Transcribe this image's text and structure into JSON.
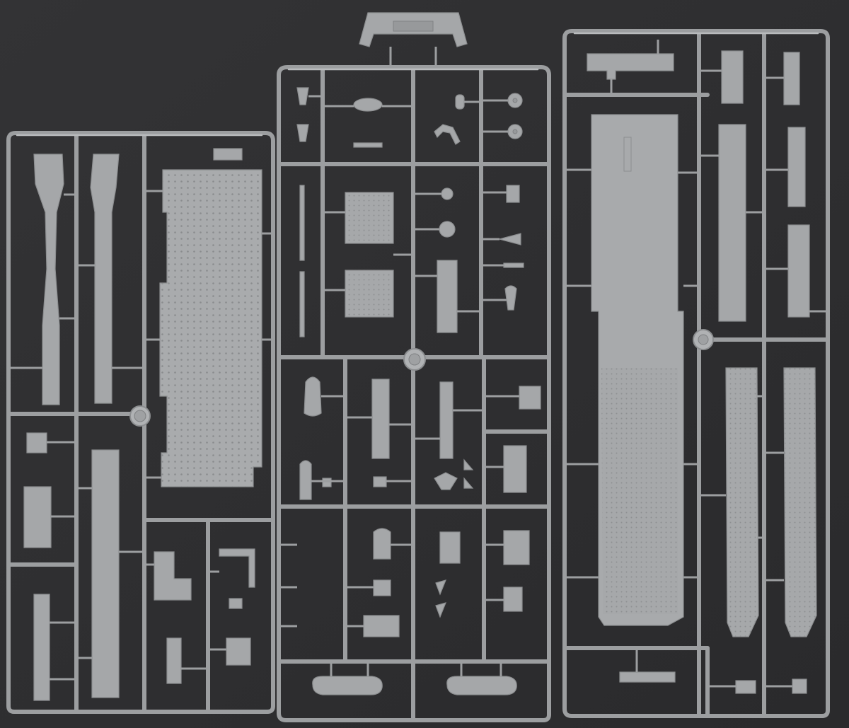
{
  "scene": {
    "background_color": "#2f2f31",
    "plastic_color": "#a5a7a9",
    "runner_color": "#9c9ea0"
  },
  "sprues": [
    {
      "name": "left-sprue"
    },
    {
      "name": "center-sprue"
    },
    {
      "name": "right-sprue"
    }
  ]
}
